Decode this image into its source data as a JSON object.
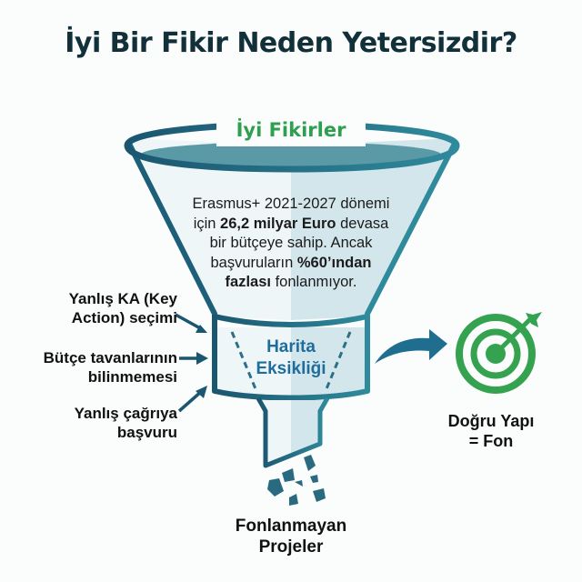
{
  "title": "İyi Bir Fikir Neden Yetersizdir?",
  "funnel": {
    "top_label": "İyi Fikirler",
    "body": {
      "line1": "Erasmus+ 2021-2027 dönemi",
      "line2_pre": "için ",
      "line2_bold": "26,2 milyar Euro",
      "line2_post": " devasa",
      "line3": "bir bütçeye sahip. Ancak",
      "line4_pre": "başvuruların ",
      "line4_bold": "%60’ından",
      "line5_bold": "fazlası",
      "line5_post": " fonlanmıyor."
    },
    "neck_label": {
      "line1": "Harita",
      "line2": "Eksikliği"
    }
  },
  "reasons": [
    {
      "line1": "Yanlış KA (Key",
      "line2": "Action) seçimi"
    },
    {
      "line1": "Bütçe tavanlarının",
      "line2": "bilinmemesi"
    },
    {
      "line1": "Yanlış çağrıya",
      "line2": "başvuru"
    }
  ],
  "result": {
    "icon": "target-icon",
    "line1": "Doğru Yapı",
    "line2": "= Fon"
  },
  "output": {
    "line1": "Fonlanmayan",
    "line2": "Projeler"
  },
  "colors": {
    "funnel_stroke": "#1d5f78",
    "funnel_fill_light": "#eef6f8",
    "funnel_fill_dark": "#d3e6ec",
    "liquid": "#5a9aa6",
    "green": "#34a24f",
    "blue_label": "#1f6d9a",
    "arrow": "#1f6e8f",
    "title": "#12303a"
  }
}
